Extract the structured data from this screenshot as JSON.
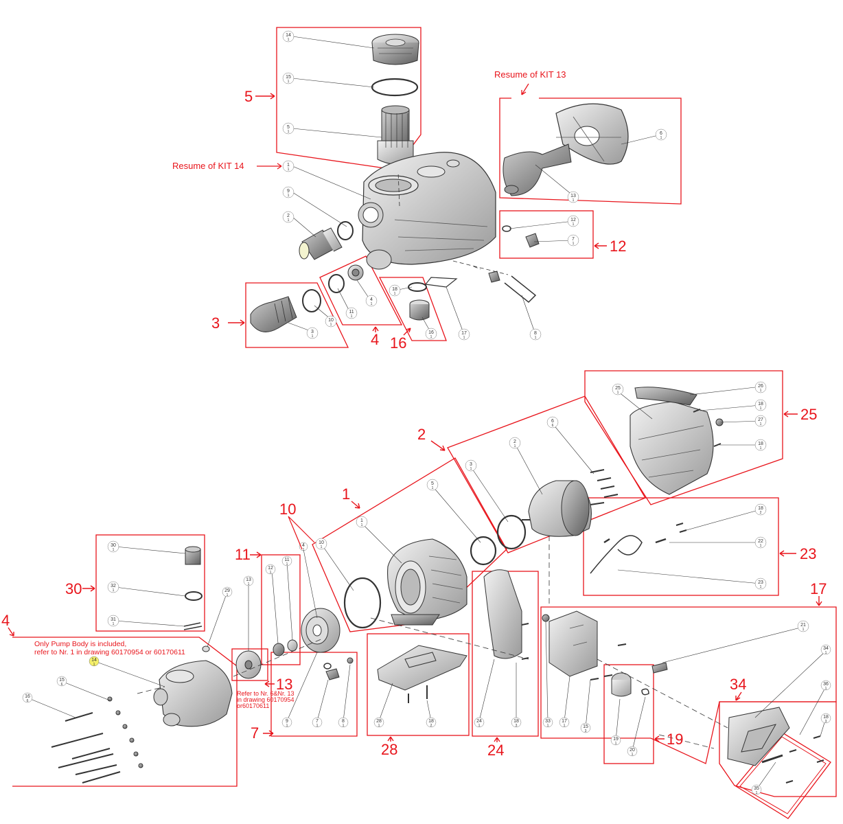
{
  "diagram": {
    "notes": {
      "resume_kit13": "Resume of KIT 13",
      "resume_kit14": "Resume of KIT 14",
      "pump_body_line1": "Only Pump Body is included,",
      "pump_body_line2": "refer to Nr. 1 in drawing 60170954 or 60170611",
      "refer_line1": "Refer to Nr. 6&Nr. 13",
      "refer_line2": "in drawing 60170954",
      "refer_line3": "or60170611"
    },
    "top_kits": [
      {
        "label": "5"
      },
      {
        "label": "12"
      },
      {
        "label": "3"
      },
      {
        "label": "4"
      },
      {
        "label": "16"
      }
    ],
    "bottom_kits": [
      {
        "label": "2"
      },
      {
        "label": "25"
      },
      {
        "label": "1"
      },
      {
        "label": "10"
      },
      {
        "label": "23"
      },
      {
        "label": "11"
      },
      {
        "label": "30"
      },
      {
        "label": "17"
      },
      {
        "label": "4"
      },
      {
        "label": "34"
      },
      {
        "label": "13"
      },
      {
        "label": "19"
      },
      {
        "label": "7"
      },
      {
        "label": "28"
      },
      {
        "label": "24"
      }
    ],
    "top_bubbles": [
      {
        "num": "14",
        "qty": "1"
      },
      {
        "num": "15",
        "qty": "1"
      },
      {
        "num": "5",
        "qty": "1"
      },
      {
        "num": "1",
        "qty": "1"
      },
      {
        "num": "9",
        "qty": "1"
      },
      {
        "num": "2",
        "qty": "1"
      },
      {
        "num": "6",
        "qty": "1"
      },
      {
        "num": "13",
        "qty": "1"
      },
      {
        "num": "12",
        "qty": "1"
      },
      {
        "num": "7",
        "qty": "1"
      },
      {
        "num": "18",
        "qty": "1"
      },
      {
        "num": "10",
        "qty": "1"
      },
      {
        "num": "11",
        "qty": "1"
      },
      {
        "num": "4",
        "qty": "1"
      },
      {
        "num": "3",
        "qty": "1"
      },
      {
        "num": "16",
        "qty": "1"
      },
      {
        "num": "17",
        "qty": "1"
      },
      {
        "num": "8",
        "qty": "1"
      }
    ],
    "bottom_bubbles": [
      {
        "num": "26",
        "qty": "1"
      },
      {
        "num": "25",
        "qty": "1"
      },
      {
        "num": "18",
        "qty": "1"
      },
      {
        "num": "27",
        "qty": "1"
      },
      {
        "num": "18",
        "qty": "1"
      },
      {
        "num": "6",
        "qty": "6"
      },
      {
        "num": "2",
        "qty": "1"
      },
      {
        "num": "3",
        "qty": "1"
      },
      {
        "num": "5",
        "qty": "1"
      },
      {
        "num": "1",
        "qty": "1"
      },
      {
        "num": "10",
        "qty": "1"
      },
      {
        "num": "4",
        "qty": "1"
      },
      {
        "num": "18",
        "qty": "2"
      },
      {
        "num": "22",
        "qty": "1"
      },
      {
        "num": "23",
        "qty": "1"
      },
      {
        "num": "30",
        "qty": "1"
      },
      {
        "num": "32",
        "qty": "1"
      },
      {
        "num": "31",
        "qty": "1"
      },
      {
        "num": "12",
        "qty": "1"
      },
      {
        "num": "11",
        "qty": "1"
      },
      {
        "num": "13",
        "qty": "1"
      },
      {
        "num": "29",
        "qty": "1"
      },
      {
        "num": "14",
        "qty": "1"
      },
      {
        "num": "15",
        "qty": "6"
      },
      {
        "num": "16",
        "qty": "6"
      },
      {
        "num": "9",
        "qty": "1"
      },
      {
        "num": "7",
        "qty": "1"
      },
      {
        "num": "8",
        "qty": "1"
      },
      {
        "num": "28",
        "qty": "1"
      },
      {
        "num": "18",
        "qty": "2"
      },
      {
        "num": "24",
        "qty": "1"
      },
      {
        "num": "18",
        "qty": "3"
      },
      {
        "num": "33",
        "qty": "1"
      },
      {
        "num": "17",
        "qty": "1"
      },
      {
        "num": "21",
        "qty": "1"
      },
      {
        "num": "15",
        "qty": "3"
      },
      {
        "num": "19",
        "qty": "1"
      },
      {
        "num": "20",
        "qty": "1"
      },
      {
        "num": "34",
        "qty": "1"
      },
      {
        "num": "36",
        "qty": "1"
      },
      {
        "num": "18",
        "qty": "3"
      },
      {
        "num": "35",
        "qty": "1"
      }
    ],
    "colors": {
      "kit_red": "#e8141b",
      "line": "#333333",
      "part_grey": "#8a8a8a"
    }
  }
}
